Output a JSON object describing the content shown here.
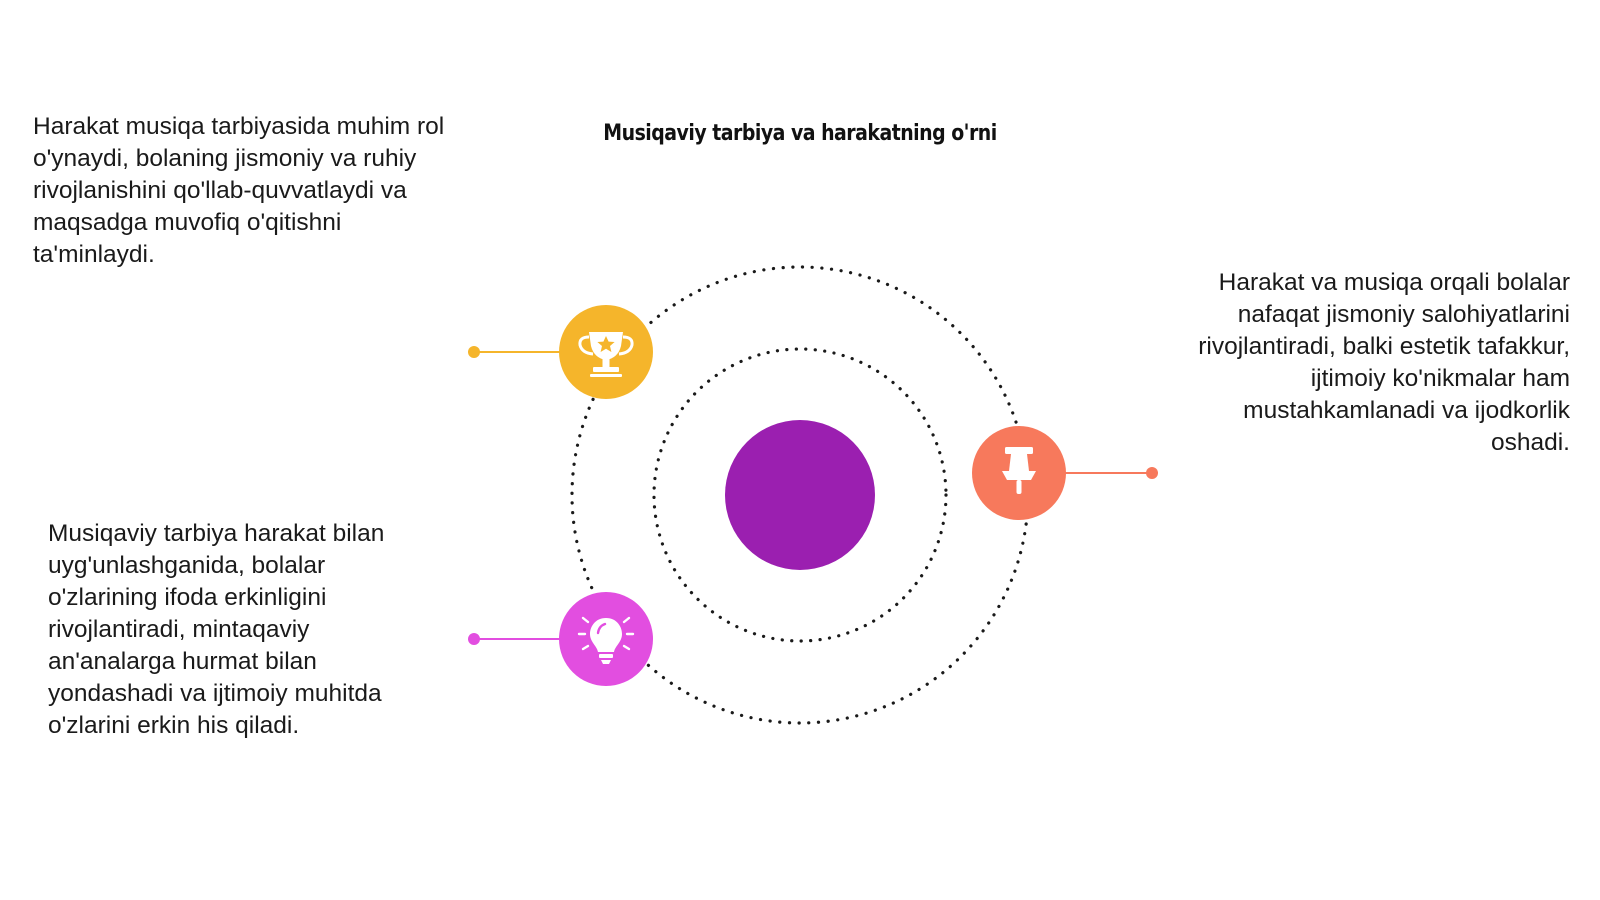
{
  "title": "Musiqaviy tarbiya va harakatning o'rni",
  "colors": {
    "center": "#9b1fb0",
    "trophy": "#f5b52b",
    "pin": "#f7795c",
    "bulb": "#e24ee0",
    "dots": "#1a1a1a"
  },
  "items": [
    {
      "icon": "trophy-icon",
      "text": "Harakat musiqa tarbiyasida muhim rol o'ynaydi, bolaning jismoniy va ruhiy rivojlanishini qo'llab-quvvatlaydi va maqsadga muvofiq o'qitishni ta'minlaydi."
    },
    {
      "icon": "pin-icon",
      "text": "Harakat va musiqa orqali bolalar nafaqat jismoniy salohiyatlarini rivojlantiradi, balki estetik tafakkur, ijtimoiy ko'nikmalar ham mustahkamlanadi va ijodkorlik oshadi."
    },
    {
      "icon": "lightbulb-icon",
      "text": "Musiqaviy tarbiya harakat bilan uyg'unlashganida, bolalar o'zlarining ifoda erkinligini rivojlantiradi, mintaqaviy an'analarga hurmat bilan yondashadi va ijtimoiy muhitda o'zlarini erkin his qiladi."
    }
  ]
}
